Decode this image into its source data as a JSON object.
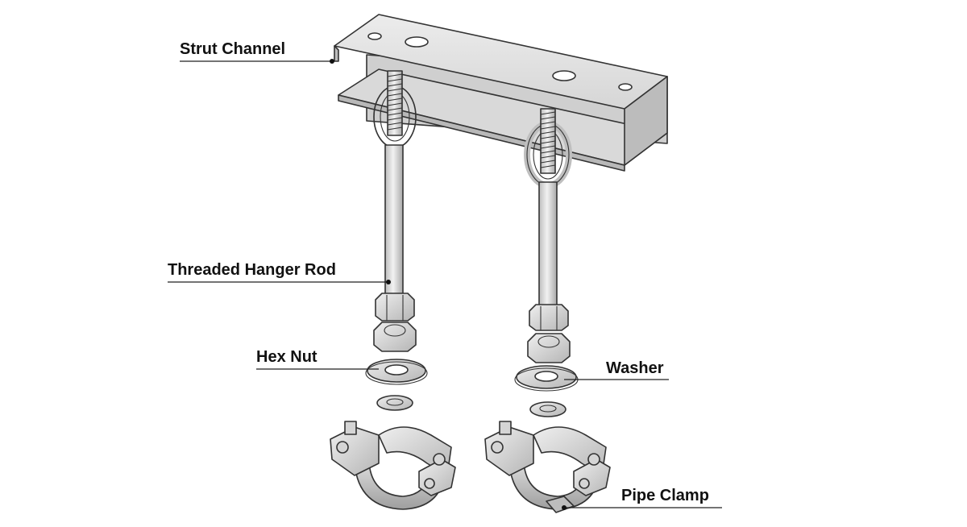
{
  "labels": {
    "strut_channel": "Strut Channel",
    "threaded_hanger_rod": "Threaded Hanger Rod",
    "hex_nut": "Hex Nut",
    "washer": "Washer",
    "pipe_clamp": "Pipe Clamp"
  },
  "colors": {
    "metal_light": "#e2e2e2",
    "metal_mid": "#c6c6c6",
    "metal_dark": "#a8a8a8",
    "outline": "#333333",
    "text": "#111111"
  }
}
